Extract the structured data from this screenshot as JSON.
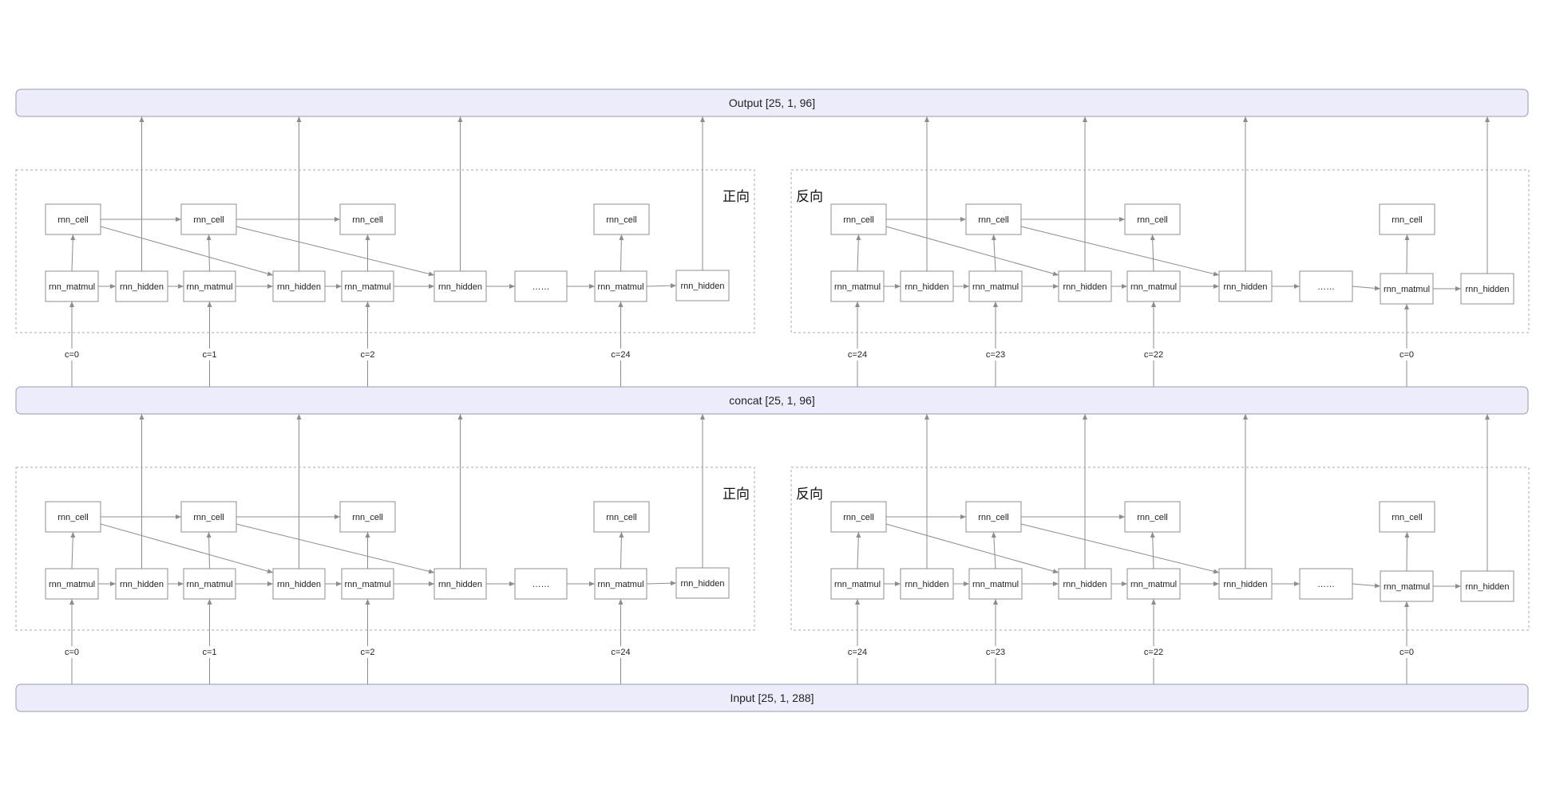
{
  "bars": {
    "output": "Output [25, 1, 96]",
    "concat": "concat [25, 1, 96]",
    "input": "Input [25, 1, 288]"
  },
  "direction": {
    "forward": "正向",
    "backward": "反向"
  },
  "nodes": {
    "cell": "rnn_cell",
    "matmul": "rnn_matmul",
    "hidden": "rnn_hidden",
    "ellipsis": "……"
  },
  "forward_c_labels": [
    "c=0",
    "c=1",
    "c=2",
    "c=24"
  ],
  "backward_c_labels": [
    "c=24",
    "c=23",
    "c=22",
    "c=0"
  ],
  "colors": {
    "bar_fill": "#ececfb",
    "bar_stroke": "#9a9ab3",
    "edge": "#8c8c8c"
  }
}
